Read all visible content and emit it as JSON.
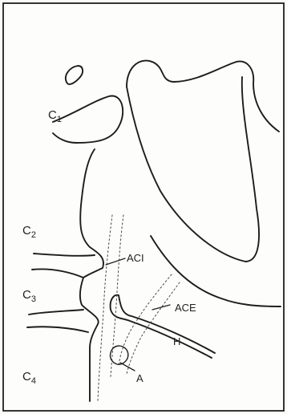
{
  "diagram": {
    "vertebrae": [
      {
        "letter": "C",
        "number": "1"
      },
      {
        "letter": "C",
        "number": "2"
      },
      {
        "letter": "C",
        "number": "3"
      },
      {
        "letter": "C",
        "number": "4"
      }
    ],
    "structures": {
      "internal_carotid": "ACI",
      "external_carotid": "ACE",
      "hyoid": "H",
      "artery": "A"
    }
  }
}
